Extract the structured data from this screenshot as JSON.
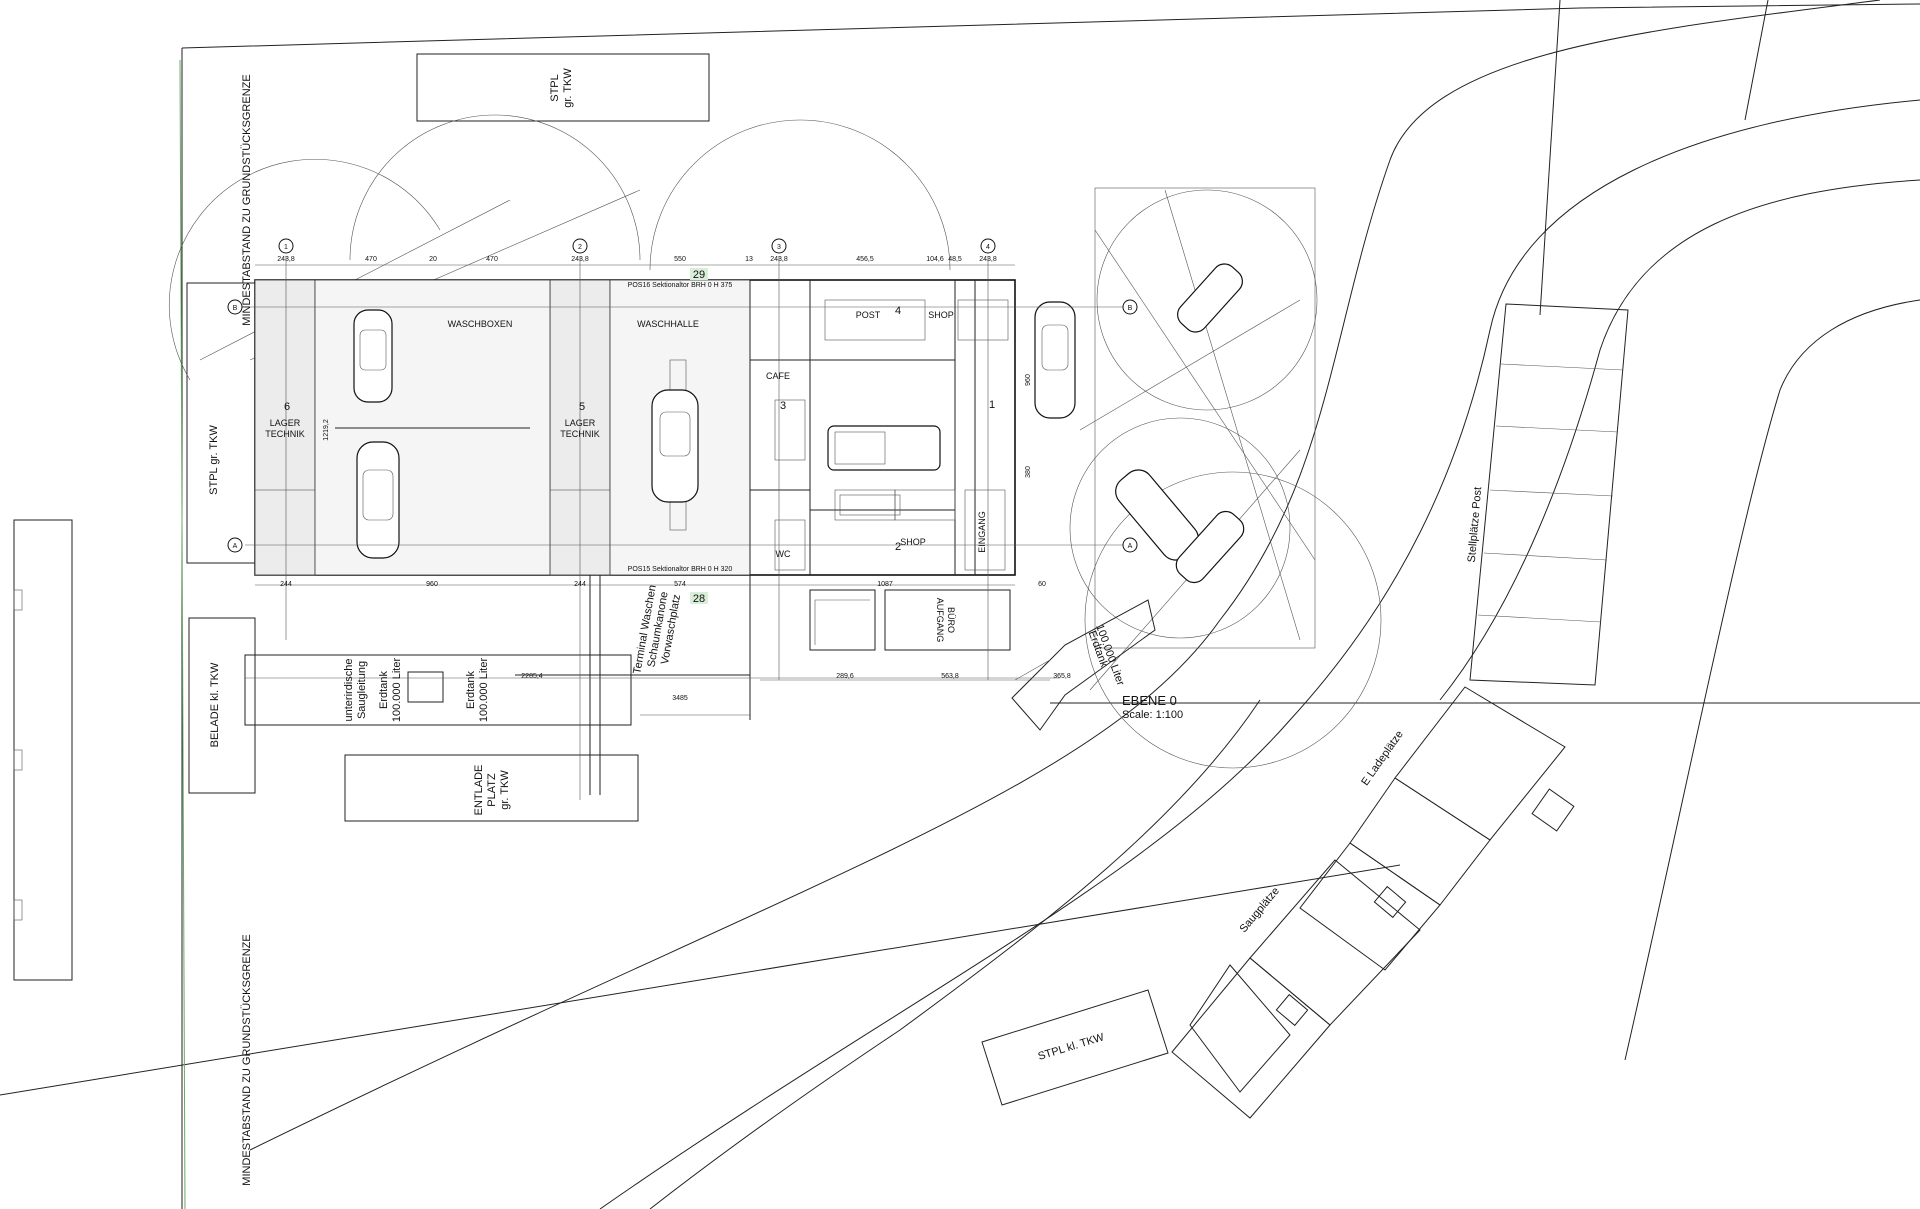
{
  "title": {
    "name": "EBENE 0",
    "scale": "Scale: 1:100"
  },
  "boundary_labels": {
    "top": "MINDESTABSTAND ZU GRUNDSTÜCKSGRENZE",
    "bottom": "MINDESTABSTAND ZU GRUNDSTÜCKSGRENZE"
  },
  "parking": {
    "stpl_gr_tkw_top": [
      "STPL",
      "gr. TKW"
    ],
    "stpl_gr_tkw_left": "STPL gr. TKW",
    "belade": "BELADE kl. TKW",
    "entlade": [
      "ENTLADE",
      "PLATZ",
      "gr. TKW"
    ],
    "stpl_kl_tkw": "STPL kl. TKW",
    "stellplaetze_post": "Stellplätze Post",
    "e_ladeplaetze": "E Ladeplätze",
    "saugplaetze": "Saugplätze"
  },
  "rooms": {
    "lager_technik_6": {
      "num": "6",
      "line1": "LAGER",
      "line2": "TECHNIK"
    },
    "waschboxen": "WASCHBOXEN",
    "lager_technik_5": {
      "num": "5",
      "line1": "LAGER",
      "line2": "TECHNIK"
    },
    "waschhalle": "WASCHHALLE",
    "cafe": {
      "num": "3",
      "label": "CAFE"
    },
    "post": "POST",
    "shop_top": {
      "num": "4",
      "label": "SHOP"
    },
    "room_1": "1",
    "shop_bottom": {
      "num": "2",
      "label": "SHOP"
    },
    "wc": "WC",
    "eingang": "EINGANG",
    "aufgang": [
      "AUFGANG",
      "BÜRO"
    ]
  },
  "tags": {
    "top": "29",
    "bottom": "28"
  },
  "gates": {
    "top": "POS16 Sektionaltor BRH 0 H 375",
    "bottom": "POS15 Sektionaltor BRH 0 H 320"
  },
  "tanks": {
    "saugleitung": [
      "unterirdische",
      "Saugleitung"
    ],
    "tank1": [
      "Erdtank",
      "100.000 Liter"
    ],
    "tank2": [
      "Erdtank",
      "100.000 Liter"
    ],
    "tank3": [
      "Erdtank",
      "100.000 Liter"
    ]
  },
  "terminal": [
    "Terminal Waschen",
    "Schaumkanone",
    "Vorwaschplatz"
  ],
  "axes": {
    "c1": "1",
    "c2": "2",
    "c3": "3",
    "c4": "4",
    "rB": "B",
    "rA": "A"
  },
  "dims_top": [
    "243,8",
    "470",
    "20",
    "470",
    "243,8",
    "550",
    "13",
    "243,8",
    "456,5",
    "104,6",
    "48,5",
    "243,8"
  ],
  "dims_bottom": [
    "244",
    "960",
    "244",
    "574",
    "1087",
    "60"
  ],
  "dims_lower": [
    "2285,4",
    "3485",
    "289,6",
    "563,8",
    "365,8"
  ],
  "dims_side": [
    "1219,2",
    "960",
    "380"
  ]
}
